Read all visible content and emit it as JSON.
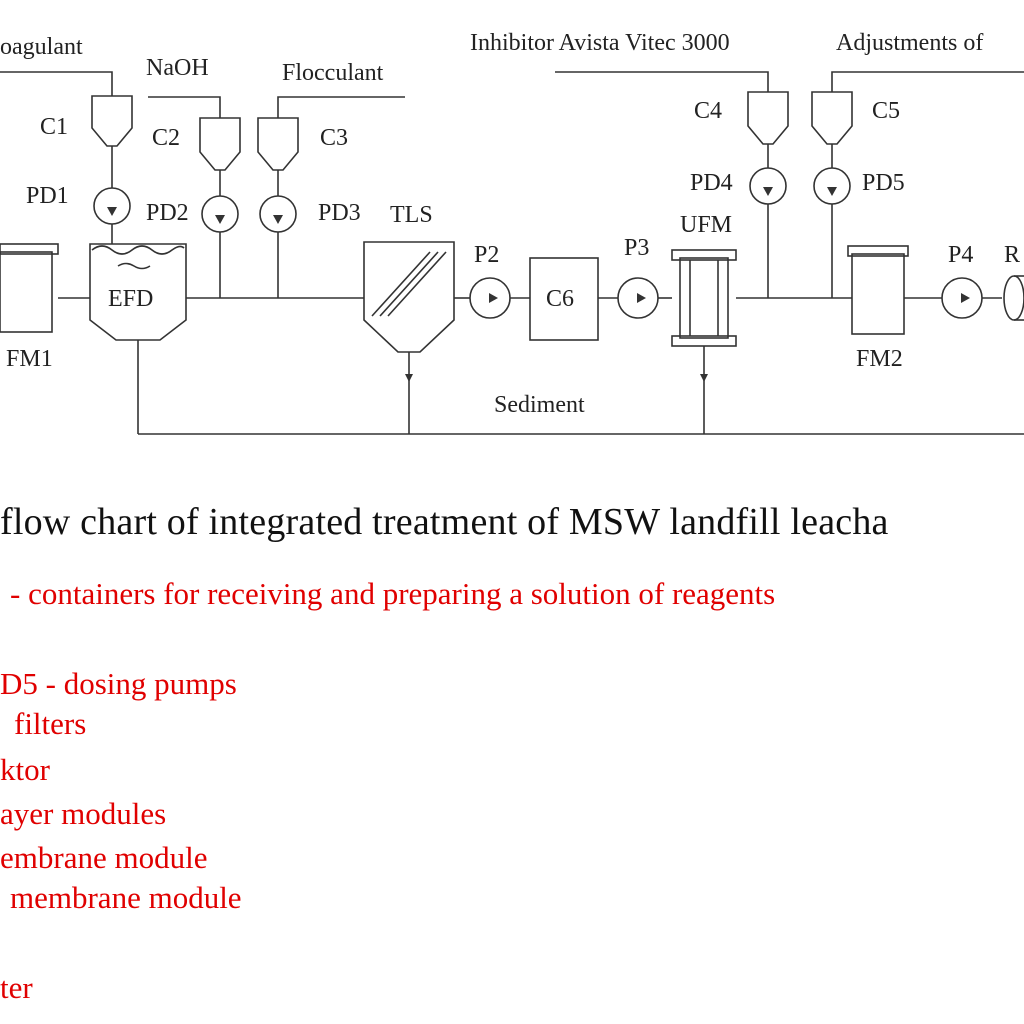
{
  "diagram": {
    "inputs": {
      "coagulant": "oagulant",
      "naoh": "NaOH",
      "flocculant": "Flocculant",
      "inhibitor": "Inhibitor Avista Vitec 3000",
      "adjustments": "Adjustments of"
    },
    "labels": {
      "c1": "C1",
      "c2": "C2",
      "c3": "C3",
      "c4": "C4",
      "c5": "C5",
      "c6": "C6",
      "pd1": "PD1",
      "pd2": "PD2",
      "pd3": "PD3",
      "pd4": "PD4",
      "pd5": "PD5",
      "p2": "P2",
      "p3": "P3",
      "p4": "P4",
      "r": "R",
      "tls": "TLS",
      "ufm": "UFM",
      "efd": "EFD",
      "fm1": "FM1",
      "fm2": "FM2",
      "sediment": "Sediment"
    }
  },
  "caption": "flow chart of integrated treatment of MSW landfill leacha",
  "legend": [
    "- containers for receiving and preparing a solution of reagents",
    "D5 - dosing pumps",
    "filters",
    "ktor",
    "ayer modules",
    "embrane module",
    "membrane module",
    "ter"
  ],
  "colors": {
    "line": "#333333",
    "legend_text": "#e00000",
    "caption_text": "#111111"
  }
}
